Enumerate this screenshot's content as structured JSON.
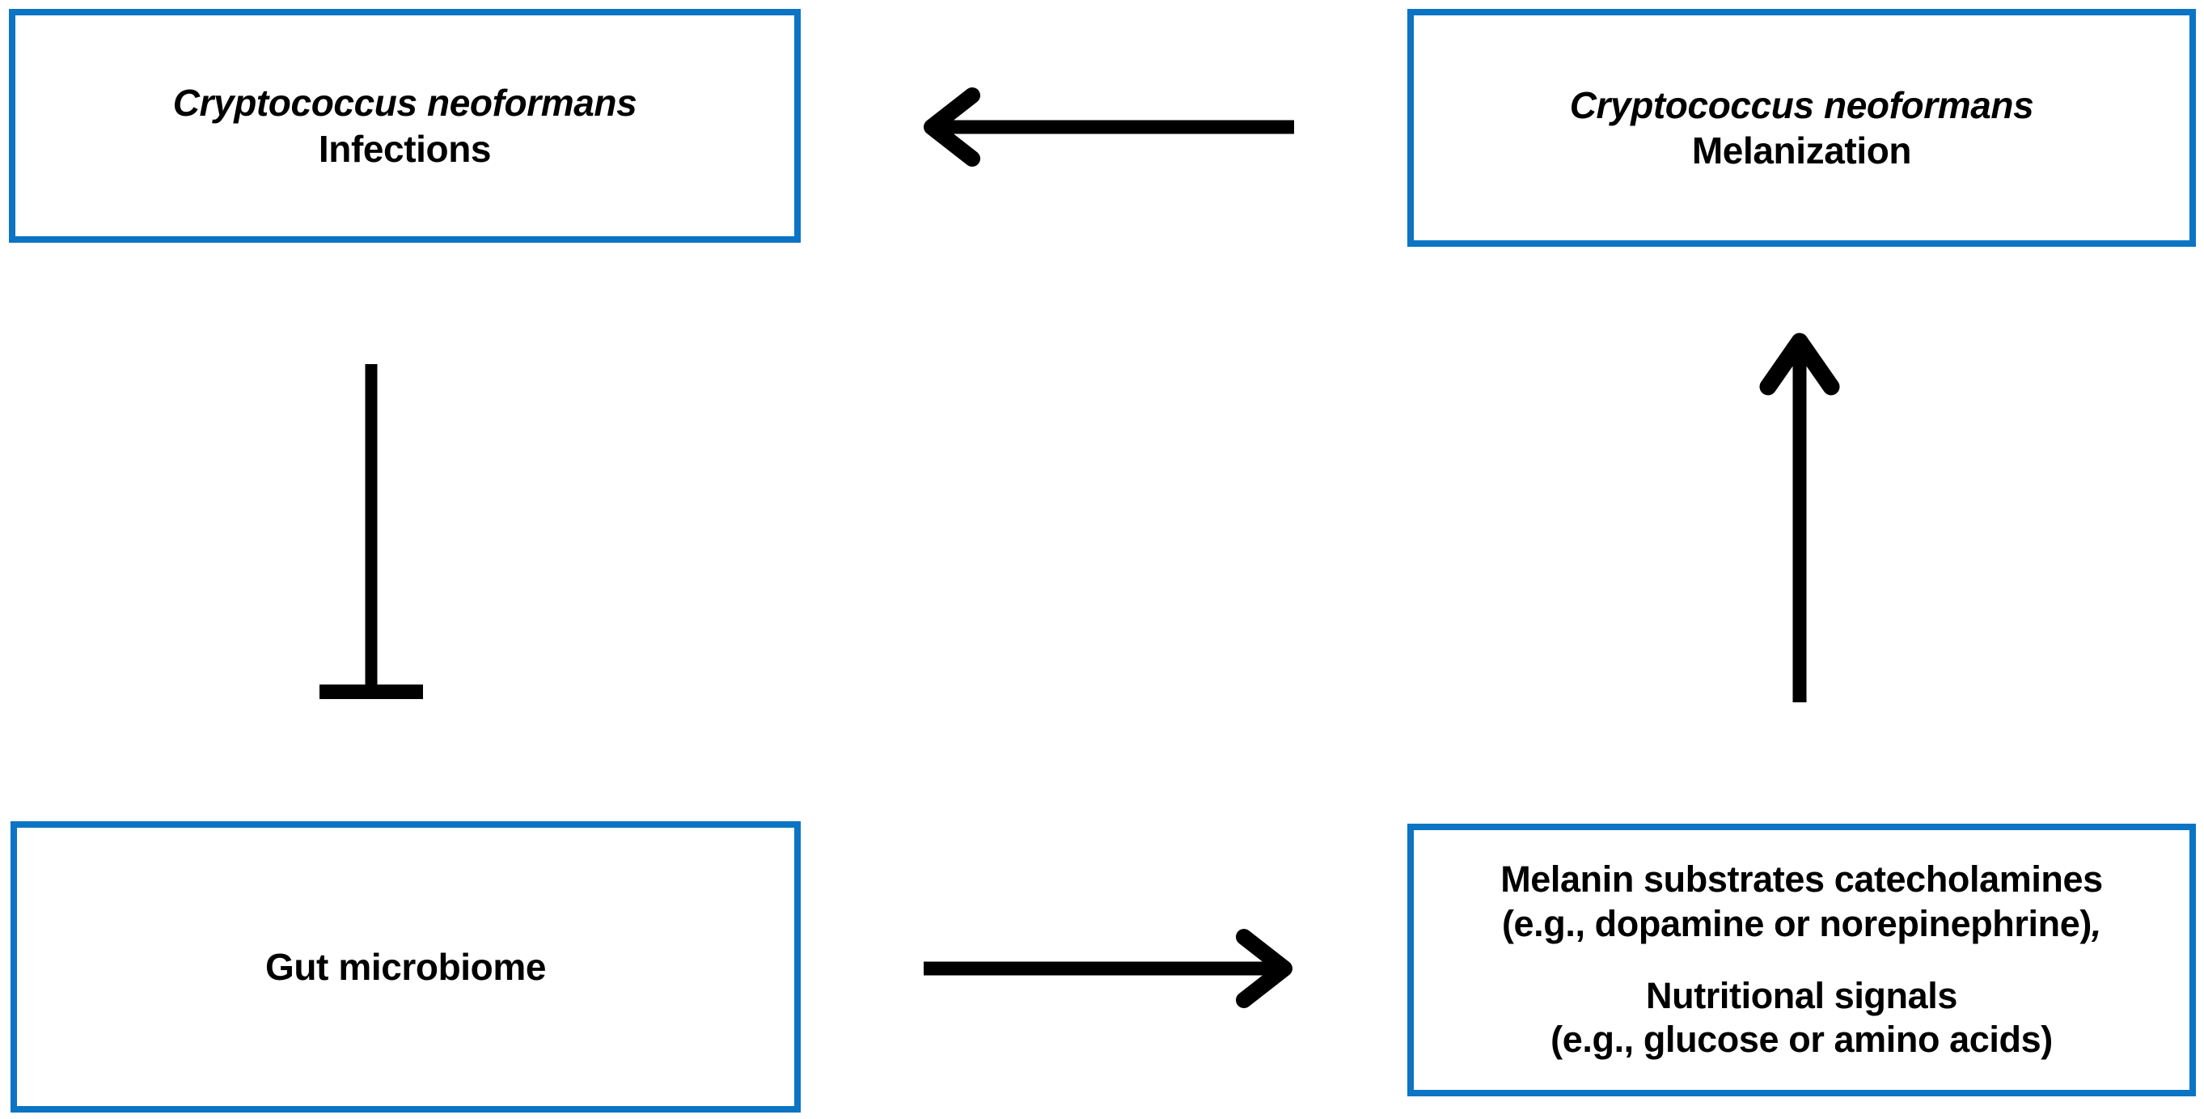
{
  "diagram": {
    "type": "flow-diagram",
    "background_color": "#ffffff",
    "box_border_color": "#0b74c4",
    "connector_color": "#000000",
    "nodes": [
      {
        "id": "infections",
        "position": "top-left",
        "lines": [
          {
            "text": "Cryptococcus neoformans",
            "style": "bold-italic"
          },
          {
            "text": "Infections",
            "style": "bold"
          }
        ]
      },
      {
        "id": "melanization",
        "position": "top-right",
        "lines": [
          {
            "text": "Cryptococcus neoformans",
            "style": "bold-italic"
          },
          {
            "text": "Melanization",
            "style": "bold"
          }
        ]
      },
      {
        "id": "gut_microbiome",
        "position": "bottom-left",
        "lines": [
          {
            "text": "Gut microbiome",
            "style": "bold"
          }
        ]
      },
      {
        "id": "melanin_substrates",
        "position": "bottom-right",
        "lines": [
          {
            "text": "Melanin substrates catecholamines",
            "style": "bold"
          },
          {
            "text": "(e.g., dopamine or norepinephrine)",
            "style": "bold"
          },
          {
            "text": ",",
            "style": "bold-italic"
          },
          {
            "text": "Nutritional signals",
            "style": "bold"
          },
          {
            "text": "(e.g., glucose or amino acids)",
            "style": "bold"
          }
        ]
      }
    ],
    "connectors": [
      {
        "id": "melanization-to-infections",
        "kind": "arrow",
        "direction": "left",
        "from": "melanization",
        "to": "infections"
      },
      {
        "id": "gut-to-substrates",
        "kind": "arrow",
        "direction": "right",
        "from": "gut_microbiome",
        "to": "melanin_substrates"
      },
      {
        "id": "substrates-to-melanization",
        "kind": "arrow",
        "direction": "up",
        "from": "melanin_substrates",
        "to": "melanization"
      },
      {
        "id": "gut-inhibits-infections",
        "kind": "inhibition",
        "direction": "up",
        "from": "gut_microbiome",
        "to": "infections"
      }
    ]
  },
  "labels": {
    "infections_line1": "Cryptococcus neoformans",
    "infections_line2": "Infections",
    "melanization_line1": "Cryptococcus neoformans",
    "melanization_line2": "Melanization",
    "gut_line1": "Gut microbiome",
    "substrates_line1": "Melanin substrates catecholamines",
    "substrates_line2a": "(e.g., dopamine or norepinephrine)",
    "substrates_line2b": ",",
    "substrates_line3": "Nutritional signals",
    "substrates_line4": "(e.g., glucose or amino acids)"
  }
}
